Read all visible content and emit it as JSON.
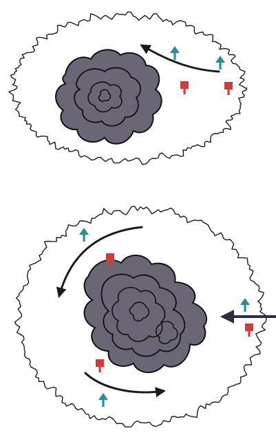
{
  "colors": {
    "background": "#ffffff",
    "outline": "#1a1a1a",
    "blob_fill": "#6b6675",
    "blob_contour": "#101010",
    "arrow": "#1a1a1a",
    "arrow_incoming": "#2f2d44",
    "marker_up": "#2b8c93",
    "marker_down": "#d33b3b"
  },
  "panels": [
    {
      "id": "top",
      "blob": "organic-core",
      "markers": [
        "up",
        "up",
        "down",
        "down"
      ],
      "arrows": [
        "sweeping-left"
      ]
    },
    {
      "id": "bottom",
      "blob": "organic-core",
      "markers": [
        "up",
        "down",
        "up",
        "down",
        "up"
      ],
      "arrows": [
        "curving-down-left",
        "incoming-right",
        "curving-right"
      ]
    }
  ],
  "icons": {
    "marker_up": "arrowhead-up-marker-icon",
    "marker_down": "flag-down-marker-icon"
  }
}
